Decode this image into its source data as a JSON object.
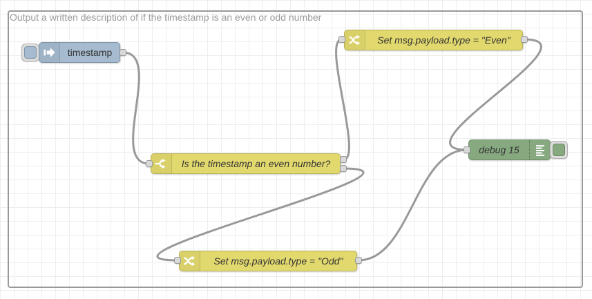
{
  "group": {
    "label": "Output a written description of if the timestamp is an even or odd number"
  },
  "nodes": {
    "inject": {
      "label": "timestamp",
      "icon": "inject-arrow-icon"
    },
    "switch": {
      "label": "Is the timestamp an even number?",
      "icon": "switch-fork-icon",
      "outputs": 2
    },
    "change_even": {
      "label": "Set msg.payload.type = \"Even\"",
      "icon": "change-shuffle-icon"
    },
    "change_odd": {
      "label": "Set msg.payload.type = \"Odd\"",
      "icon": "change-shuffle-icon"
    },
    "debug": {
      "label": "debug 15",
      "icon": "debug-list-icon"
    }
  },
  "colors": {
    "inject": "#a6bbcf",
    "func": "#e2d96e",
    "debug_green": "#87a980",
    "wire": "#999999",
    "port_fill": "#d9d9d9",
    "port_border": "#999999",
    "node_label": "#333333",
    "group_border": "#999999",
    "group_label": "#9b9b9b",
    "grid": "#eeeeee",
    "canvas": "#ffffff"
  }
}
